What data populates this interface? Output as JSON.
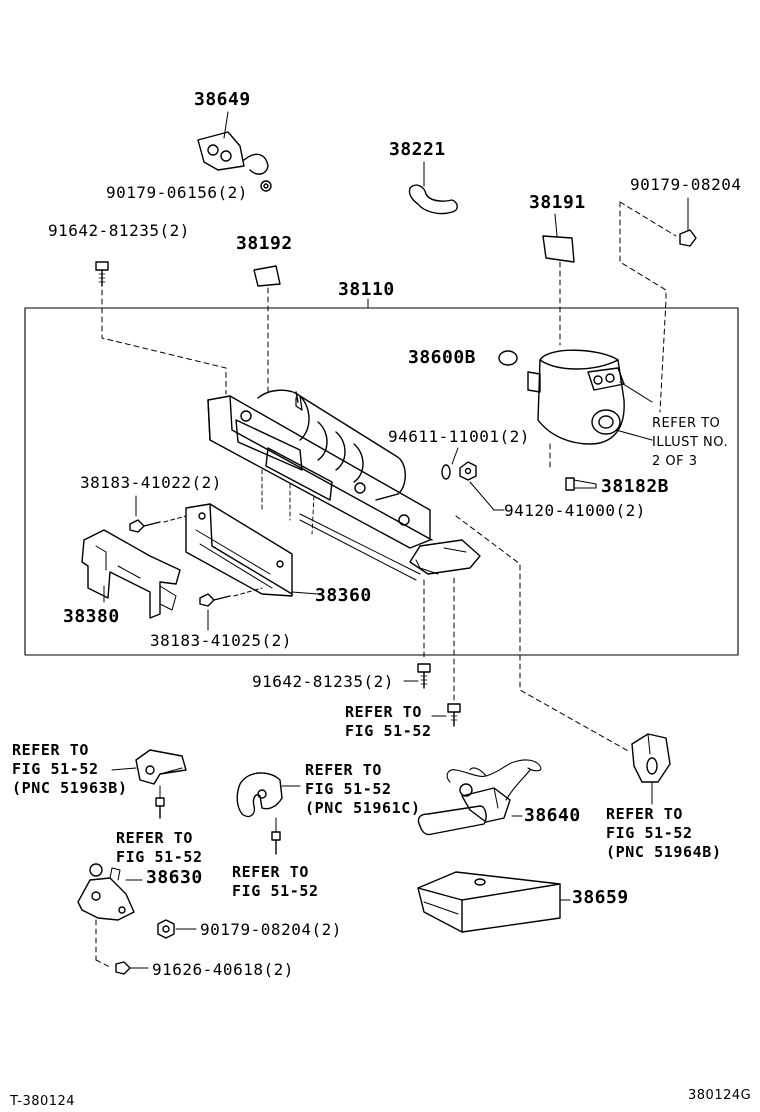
{
  "colors": {
    "ink": "#000000",
    "paper": "#ffffff"
  },
  "parts": {
    "p38649": "38649",
    "p90179_06156": "90179-06156(2)",
    "p38221": "38221",
    "p90179_08204_top": "90179-08204",
    "p91642_81235_top": "91642-81235(2)",
    "p38192": "38192",
    "p38191": "38191",
    "p38110": "38110",
    "p38600B": "38600B",
    "p94611_11001": "94611-11001(2)",
    "p38183_41022": "38183-41022(2)",
    "p38182B": "38182B",
    "p94120_41000": "94120-41000(2)",
    "p38360": "38360",
    "p38380": "38380",
    "p38183_41025": "38183-41025(2)",
    "p91642_81235_bottom": "91642-81235(2)",
    "p38640": "38640",
    "p38630": "38630",
    "p38659": "38659",
    "p90179_08204_bottom": "90179-08204(2)",
    "p91626_40618": "91626-40618(2)"
  },
  "refs": {
    "illust": [
      "REFER TO",
      "ILLUST NO.",
      "2 OF 3"
    ],
    "fig_center": [
      "REFER TO",
      "FIG 51-52"
    ],
    "fig_left_top": [
      "REFER TO",
      "FIG 51-52",
      "(PNC 51963B)"
    ],
    "fig_left_mid": [
      "REFER TO",
      "FIG 51-52"
    ],
    "fig_mid": [
      "REFER TO",
      "FIG 51-52",
      "(PNC 51961C)"
    ],
    "fig_mid_bottom": [
      "REFER TO",
      "FIG 51-52"
    ],
    "fig_right": [
      "REFER TO",
      "FIG 51-52",
      "(PNC 51964B)"
    ]
  },
  "footer": {
    "left_code": "T-380124",
    "right_code": "380124G"
  }
}
